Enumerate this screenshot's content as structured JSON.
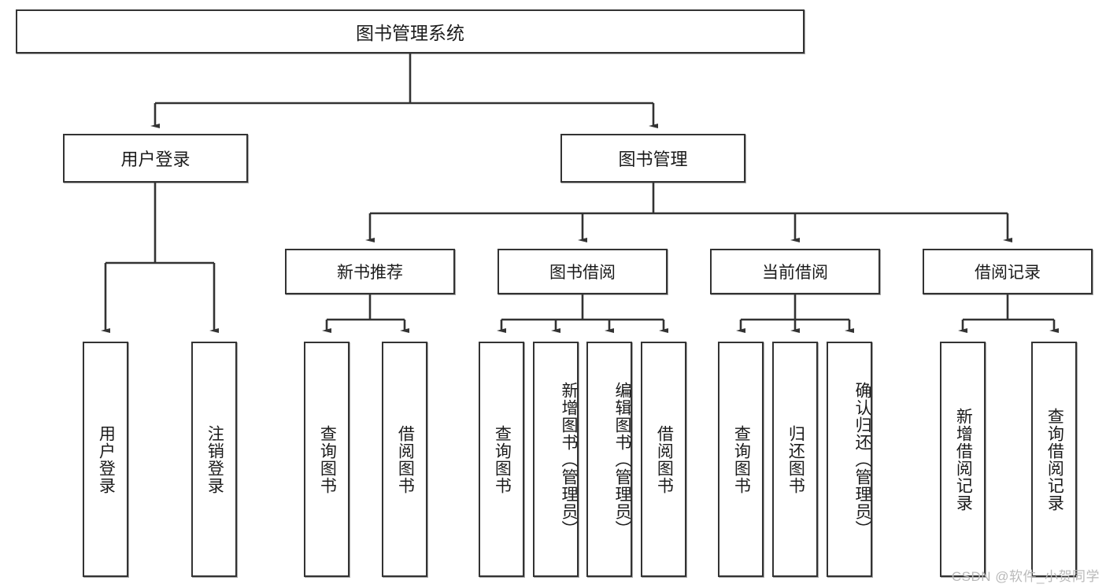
{
  "diagram": {
    "title": "图书管理系统",
    "type": "tree-hierarchy",
    "watermark": "CSDN @软件_小贺同学",
    "colors": {
      "border": "#333333",
      "background": "#ffffff",
      "text": "#1b1b1b",
      "edge": "#333333",
      "watermark": "#b9b9b9"
    },
    "root": {
      "label": "图书管理系统"
    },
    "level2": [
      {
        "label": "用户登录"
      },
      {
        "label": "图书管理"
      }
    ],
    "level3": [
      {
        "label": "新书推荐"
      },
      {
        "label": "图书借阅"
      },
      {
        "label": "当前借阅"
      },
      {
        "label": "借阅记录"
      }
    ],
    "leaves": {
      "user_login": [
        {
          "label": "用户登录"
        },
        {
          "label": "注销登录"
        }
      ],
      "new_book_recommend": [
        {
          "label": "查询图书"
        },
        {
          "label": "借阅图书"
        }
      ],
      "book_borrow": [
        {
          "label": "查询图书"
        },
        {
          "label": "新增图书（管理员）"
        },
        {
          "label": "编辑图书（管理员）"
        },
        {
          "label": "借阅图书"
        }
      ],
      "current_borrow": [
        {
          "label": "查询图书"
        },
        {
          "label": "归还图书"
        },
        {
          "label": "确认归还（管理员）"
        }
      ],
      "borrow_records": [
        {
          "label": "新增借阅记录"
        },
        {
          "label": "查询借阅记录"
        }
      ]
    }
  }
}
